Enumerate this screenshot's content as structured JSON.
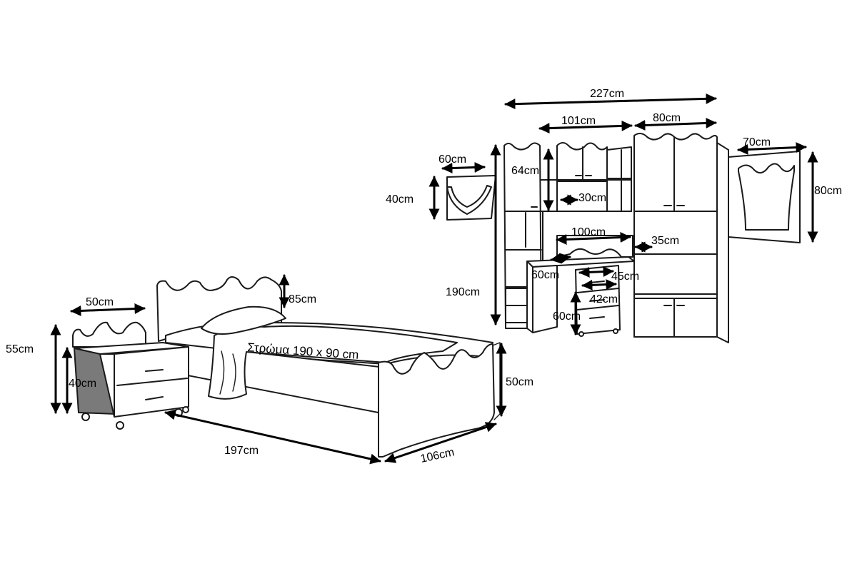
{
  "labels": {
    "bed_length": "197cm",
    "bed_width": "106cm",
    "bed_headboard_height": "85cm",
    "bed_footboard_height": "50cm",
    "mattress": "Στρώμα 190 x 90 cm",
    "nightstand_width": "50cm",
    "nightstand_total_height": "55cm",
    "nightstand_body_height": "40cm",
    "shelf_width": "60cm",
    "shelf_height": "40cm",
    "wall_unit_width": "227cm",
    "hutch_width": "101cm",
    "wardrobe_width": "80cm",
    "hutch_cabinet_height": "64cm",
    "hutch_shelf_depth": "30cm",
    "desk_width": "100cm",
    "desk_depth": "60cm",
    "desk_height": "60cm",
    "pedestal_depth": "45cm",
    "pedestal_width": "42cm",
    "side_gap": "35cm",
    "wall_unit_height": "190cm",
    "mirror_width": "70cm",
    "mirror_height": "80cm"
  },
  "colors": {
    "line": "#1a1a1a",
    "nightstand_shade": "#7a7a7a"
  }
}
